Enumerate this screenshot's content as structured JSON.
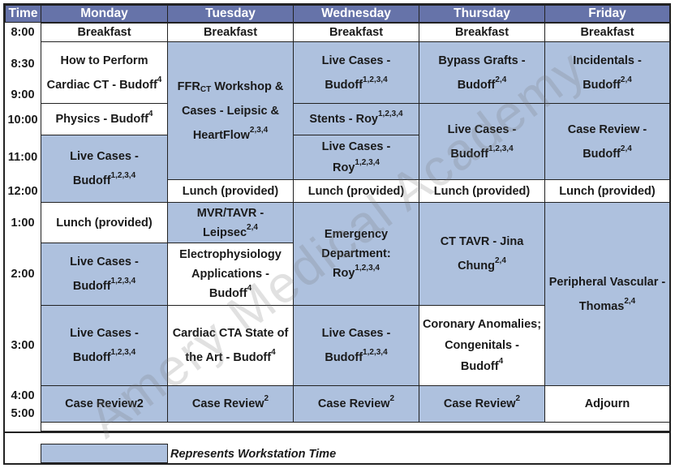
{
  "header": {
    "time": "Time",
    "days": [
      "Monday",
      "Tuesday",
      "Wednesday",
      "Thursday",
      "Friday"
    ]
  },
  "times": [
    "8:00",
    "8:30",
    "9:00",
    "10:00",
    "11:00",
    "12:00",
    "1:00",
    "2:00",
    "3:00",
    "4:00",
    "5:00"
  ],
  "schedule": {
    "breakfast": "Breakfast",
    "lunch": "Lunch (provided)",
    "mon_cardiac_ct_1": "How to Perform",
    "mon_cardiac_ct_2": "Cardiac CT - Budoff",
    "mon_cardiac_ct_sup": "4",
    "mon_physics": "Physics - Budoff",
    "mon_physics_sup": "4",
    "live_cases": "Live Cases -",
    "budoff": "Budoff",
    "sup_1234": "1,2,3,4",
    "sup_24": "2,4",
    "sup_234": "2,3,4",
    "sup_4": "4",
    "sup_2": "2",
    "mon_case_review": "Case Review2",
    "tue_ffr_1": "FFR",
    "tue_ffr_sub": "CT",
    "tue_ffr_2": " Workshop &",
    "tue_ffr_3": "Cases - Leipsic &",
    "tue_ffr_4": "HeartFlow",
    "tue_mvr_1": "MVR/TAVR -",
    "tue_mvr_2": "Leipsec",
    "tue_ep_1": "Electrophysiology",
    "tue_ep_2": "Applications -",
    "tue_cta_1": "Cardiac CTA State of",
    "tue_cta_2": "the Art - Budoff",
    "case_review": "Case Review",
    "wed_stents": "Stents - Roy",
    "roy": "Roy",
    "wed_ed_1": "Emergency",
    "wed_ed_2": "Department:",
    "thu_bypass": "Bypass Grafts -",
    "thu_tavr_1": "CT TAVR - Jina",
    "thu_tavr_2": "Chung",
    "thu_anom_1": "Coronary Anomalies;",
    "thu_anom_2": "Congenitals -",
    "fri_incidentals": "Incidentals -",
    "fri_case_review": "Case Review -",
    "fri_pv_1": "Peripheral Vascular -",
    "fri_pv_2": "Thomas",
    "fri_adjourn": "Adjourn"
  },
  "legend": {
    "text": "Represents Workstation Time"
  },
  "watermark": "Amery Medical Academy",
  "colors": {
    "header": "#6673a9",
    "workstation": "#aec1de"
  }
}
